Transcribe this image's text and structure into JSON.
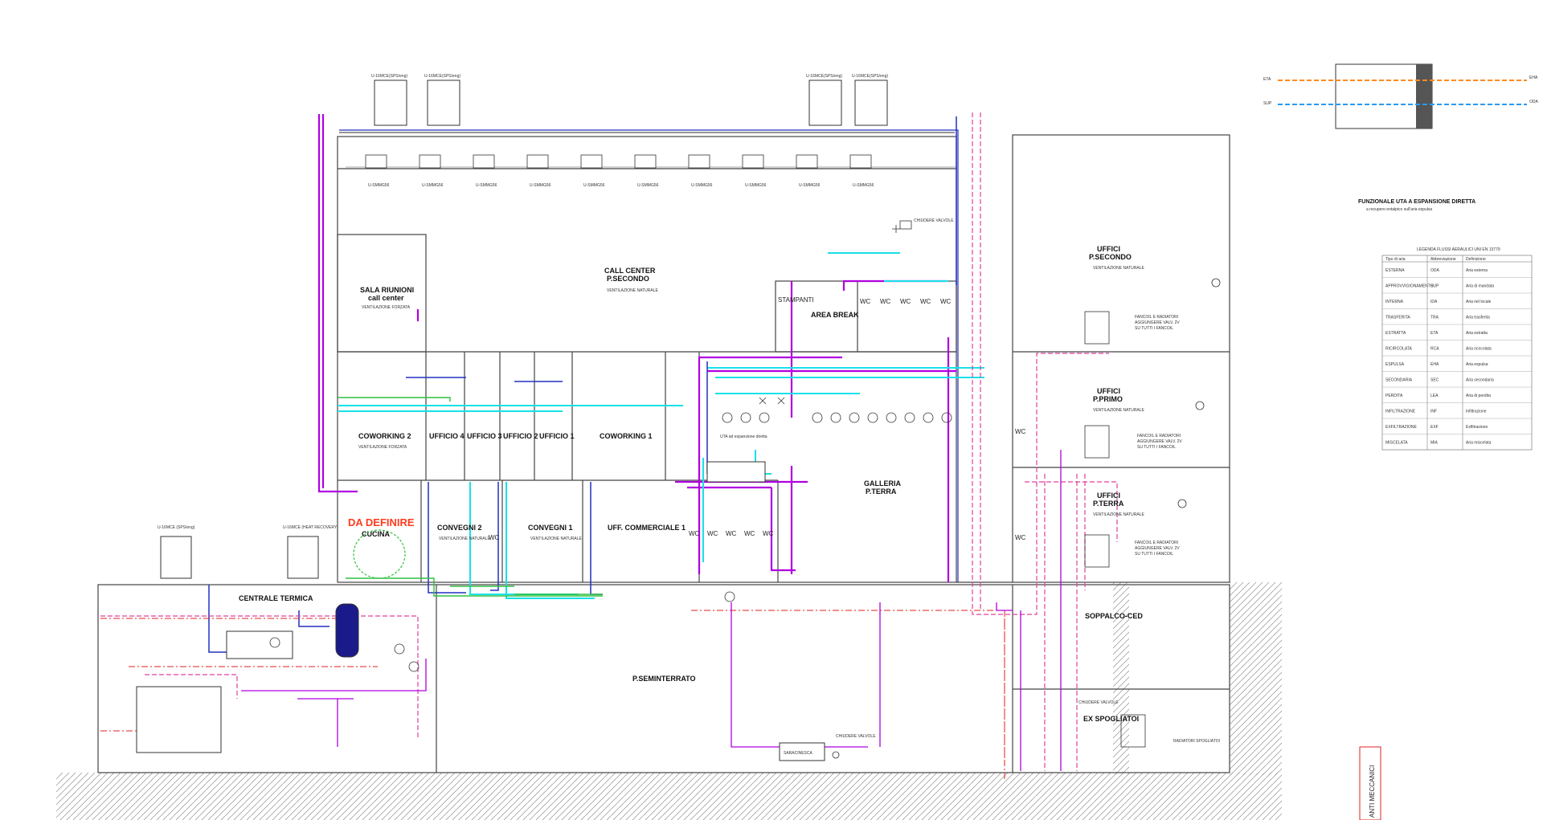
{
  "rooms": {
    "call_center": [
      "CALL CENTER",
      "P.SECONDO"
    ],
    "sala_riunioni": [
      "SALA RIUNIONI",
      "call center"
    ],
    "area_break": "AREA BREAK",
    "stampanti": "STAMPANTI",
    "coworking2": "COWORKING 2",
    "ufficio4": "UFFICIO 4",
    "ufficio3": "UFFICIO 3",
    "ufficio2": "UFFICIO 2",
    "ufficio1": "UFFICIO 1",
    "coworking1": "COWORKING 1",
    "da_definire": "DA DEFINIRE",
    "cucina": "CUCINA",
    "convegni2": "CONVEGNI 2",
    "convegni1": "CONVEGNI 1",
    "uff_commerciale": "UFF. COMMERCIALE 1",
    "galleria": [
      "GALLERIA",
      "P.TERRA"
    ],
    "centrale_termica": "CENTRALE TERMICA",
    "seminterrato": "P.SEMINTERRATO",
    "uffici_secondo": [
      "UFFICI",
      "P.SECONDO"
    ],
    "uffici_primo": [
      "UFFICI",
      "P.PRIMO"
    ],
    "uffici_terra": [
      "UFFICI",
      "P.TERRA"
    ],
    "soppalco": "SOPPALCO-CED",
    "spogliatoi": "EX SPOGLIATOI",
    "wc": "WC"
  },
  "labels": {
    "ventilazione_forzata": "VENTILAZIONE FORZATA",
    "ventilazione_naturale": "VENTILAZIONE NATURALE",
    "chiudere_valvole": "CHIUDERE VALVOLE",
    "uta": "UTA ad espansione diretta",
    "fancoil_note": [
      "FANCOIL E RADIATORI",
      "AGGIUNGERE VALV. 2V",
      "SU TUTTI I FANCOIL"
    ],
    "radiatori_spogliatoi": "RADIATORI SPOGLIATOI",
    "saracinesca": "SARACINESCA",
    "pump_ext_left": "U-16MCE (SPS/eng)",
    "pump_ext_right": "U-16MCE (HEAT RECOVERY)",
    "outdoor_units_top": [
      "U-16MCE(SPS/eng)",
      "U-16MCE(SPS/eng)",
      "U-16MCE(SPS/eng)",
      "U-16MCE(SPS/eng)"
    ],
    "funzionale_title": "FUNZIONALE UTA A ESPANSIONE DIRETTA",
    "funzionale_sub": "a recupero entalpico sull'aria espulsa",
    "legenda_title": "LEGENDA FLUSSI AERAULICI UNI EN 13779",
    "vertical_tab": "ANTI MECCANICI",
    "fluid_eta": "ETA",
    "fluid_sup": "SUP",
    "fluid_eha": "EHA",
    "fluid_oda": "ODA"
  },
  "legend_table": {
    "headers": [
      "Tipo di aria",
      "Abbreviazione",
      "Definizione"
    ],
    "rows": [
      [
        "ESTERNA",
        "ODA",
        "Aria esterna"
      ],
      [
        "APPROVVIGIONAMENTO",
        "SUP",
        "Aria di mandata"
      ],
      [
        "INTERNA",
        "IDA",
        "Aria nel locale"
      ],
      [
        "TRASFERITA",
        "TRA",
        "Aria trasferita"
      ],
      [
        "ESTRATTA",
        "ETA",
        "Aria estratta"
      ],
      [
        "RICIRCOLATA",
        "RCA",
        "Aria ricircolata"
      ],
      [
        "ESPULSA",
        "EHA",
        "Aria espulsa"
      ],
      [
        "SECONDARIA",
        "SEC",
        "Aria secondaria"
      ],
      [
        "PERDITA",
        "LEA",
        "Aria di perdita"
      ],
      [
        "INFILTRAZIONE",
        "INF",
        "Infiltrazione"
      ],
      [
        "EXFILTRAZIONE",
        "EXF",
        "Exfiltrazione"
      ],
      [
        "MISCELATA",
        "MIA",
        "Aria miscelata"
      ]
    ]
  },
  "colors": {
    "magenta": "#b000e0",
    "cyan": "#18e0e8",
    "blue": "#2030c0",
    "green": "#30c040",
    "red": "#e02020",
    "pink": "#e040a0",
    "grey": "#555555"
  }
}
